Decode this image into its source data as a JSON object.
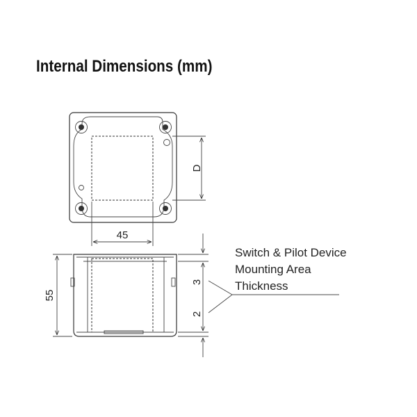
{
  "title": "Internal Dimensions (mm)",
  "dimensions": {
    "depth_label": "D",
    "width_label": "45",
    "height_label": "55",
    "upper_thickness_label": "3",
    "lower_thickness_label": "2"
  },
  "annotation": {
    "line1": "Switch & Pilot Device",
    "line2": "Mounting Area",
    "line3": "Thickness"
  }
}
